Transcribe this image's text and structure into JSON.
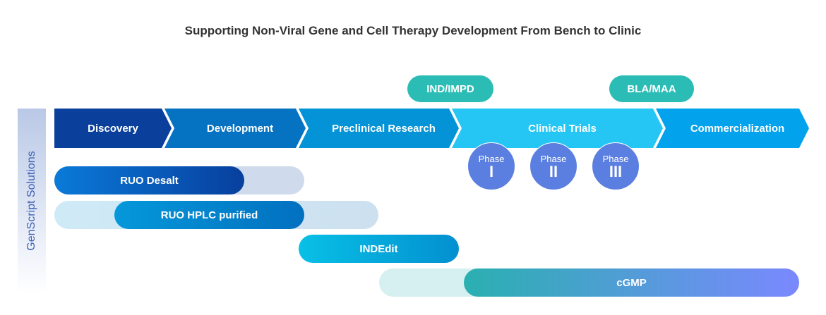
{
  "title": "Supporting Non-Viral Gene and Cell Therapy Development From Bench to Clinic",
  "side_label": "GenScript Solutions",
  "stages": [
    "Discovery",
    "Development",
    "Preclinical Research",
    "Clinical Trials",
    "Commercialization"
  ],
  "milestones": [
    "IND/IMPD",
    "BLA/MAA"
  ],
  "phases": [
    {
      "label": "Phase",
      "numeral": "I"
    },
    {
      "label": "Phase",
      "numeral": "II"
    },
    {
      "label": "Phase",
      "numeral": "III"
    }
  ],
  "solutions": [
    "RUO Desalt",
    "RUO HPLC purified",
    "INDEdit",
    "cGMP"
  ],
  "colors": {
    "milestone": "#2bbdb5",
    "phase": "#5a7fe0",
    "side_text": "#3e5fb5"
  }
}
